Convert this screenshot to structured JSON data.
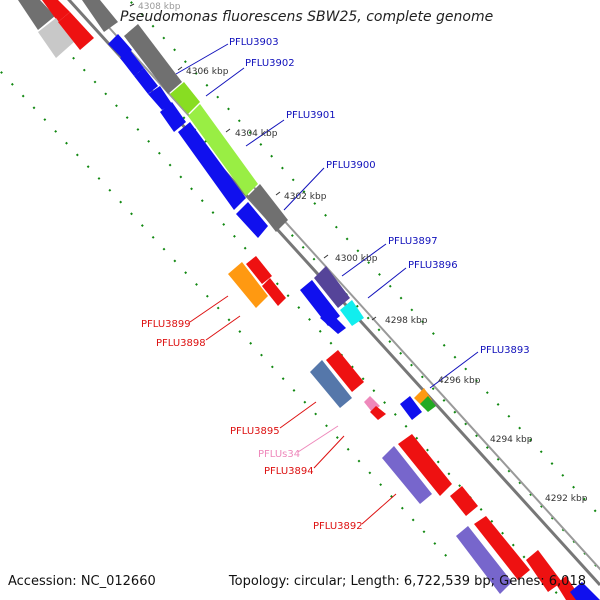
{
  "header": {
    "title": "Pseudomonas fluorescens SBW25, complete genome"
  },
  "footer": {
    "accession": "Accession: NC_012660",
    "summary": "Topology: circular; Length: 6,722,539 bp; Genes: 6,018"
  },
  "scale_labels": [
    "4308 kbp",
    "4306 kbp",
    "4304 kbp",
    "4302 kbp",
    "4300 kbp",
    "4298 kbp",
    "4296 kbp",
    "4294 kbp",
    "4292 kbp"
  ],
  "gene_labels": [
    {
      "text": "PFLU3903",
      "color": "#1111bb"
    },
    {
      "text": "PFLU3902",
      "color": "#1111bb"
    },
    {
      "text": "PFLU3901",
      "color": "#1111bb"
    },
    {
      "text": "PFLU3900",
      "color": "#1111bb"
    },
    {
      "text": "PFLU3897",
      "color": "#1111bb"
    },
    {
      "text": "PFLU3896",
      "color": "#1111bb"
    },
    {
      "text": "PFLU3893",
      "color": "#1111bb"
    },
    {
      "text": "PFLU3899",
      "color": "#dd1111"
    },
    {
      "text": "PFLU3898",
      "color": "#dd1111"
    },
    {
      "text": "PFLU3895",
      "color": "#dd1111"
    },
    {
      "text": "PFLUs34",
      "color": "#ee88bb"
    },
    {
      "text": "PFLU3894",
      "color": "#dd1111"
    },
    {
      "text": "PFLU3892",
      "color": "#dd1111"
    }
  ],
  "colors": {
    "blue_gene": "#1010ee",
    "red_gene": "#ee1111",
    "gray_gene": "#707070",
    "light_gray_gene": "#c8c8c8",
    "green_gene": "#88dd22",
    "orange_gene": "#ff9911",
    "cyan_gene": "#11eeee",
    "slate_gene": "#5577aa",
    "purple_gene": "#7766cc",
    "indigo_gene": "#554499",
    "pink_gene": "#ee88bb",
    "tick_green": "#118811",
    "backbone": "#777777"
  }
}
